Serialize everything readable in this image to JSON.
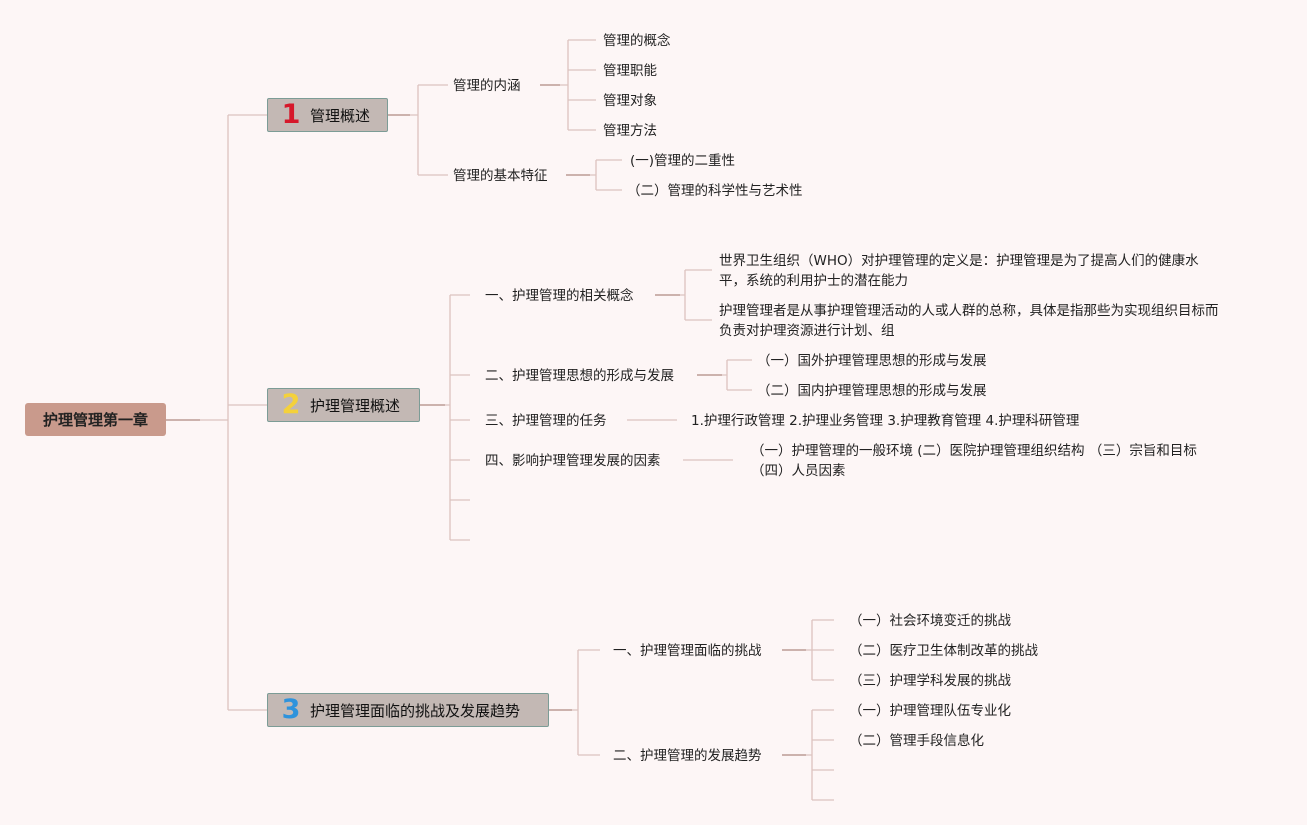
{
  "root": "护理管理第一章",
  "topics": [
    {
      "num": "1",
      "label": "管理概述",
      "children": [
        {
          "label": "管理的内涵",
          "children": [
            "管理的概念",
            "管理职能",
            "管理对象",
            "管理方法"
          ]
        },
        {
          "label": "管理的基本特征",
          "children": [
            "(一)管理的二重性",
            "（二）管理的科学性与艺术性"
          ]
        }
      ]
    },
    {
      "num": "2",
      "label": "护理管理概述",
      "children": [
        {
          "label": "一、护理管理的相关概念",
          "children": [
            "世界卫生组织（WHO）对护理管理的定义是：护理管理是为了提高人们的健康水平，系统的利用护士的潜在能力",
            "护理管理者是从事护理管理活动的人或人群的总称，具体是指那些为实现组织目标而负责对护理资源进行计划、组"
          ]
        },
        {
          "label": "二、护理管理思想的形成与发展",
          "children": [
            "（一）国外护理管理思想的形成与发展",
            "（二）国内护理管理思想的形成与发展"
          ]
        },
        {
          "label": "三、护理管理的任务",
          "children": [
            "1.护理行政管理 2.护理业务管理 3.护理教育管理 4.护理科研管理"
          ]
        },
        {
          "label": "四、影响护理管理发展的因素",
          "children": [
            "（一）护理管理的一般环境 (二）医院护理管理组织结构 （三）宗旨和目标（四）人员因素"
          ]
        }
      ]
    },
    {
      "num": "3",
      "label": "护理管理面临的挑战及发展趋势",
      "children": [
        {
          "label": "一、护理管理面临的挑战",
          "children": [
            "（一）社会环境变迁的挑战",
            "（二）医疗卫生体制改革的挑战",
            "（三）护理学科发展的挑战"
          ]
        },
        {
          "label": "二、护理管理的发展趋势",
          "children": [
            "（一）护理管理队伍专业化",
            "（二）管理手段信息化"
          ]
        }
      ]
    }
  ]
}
